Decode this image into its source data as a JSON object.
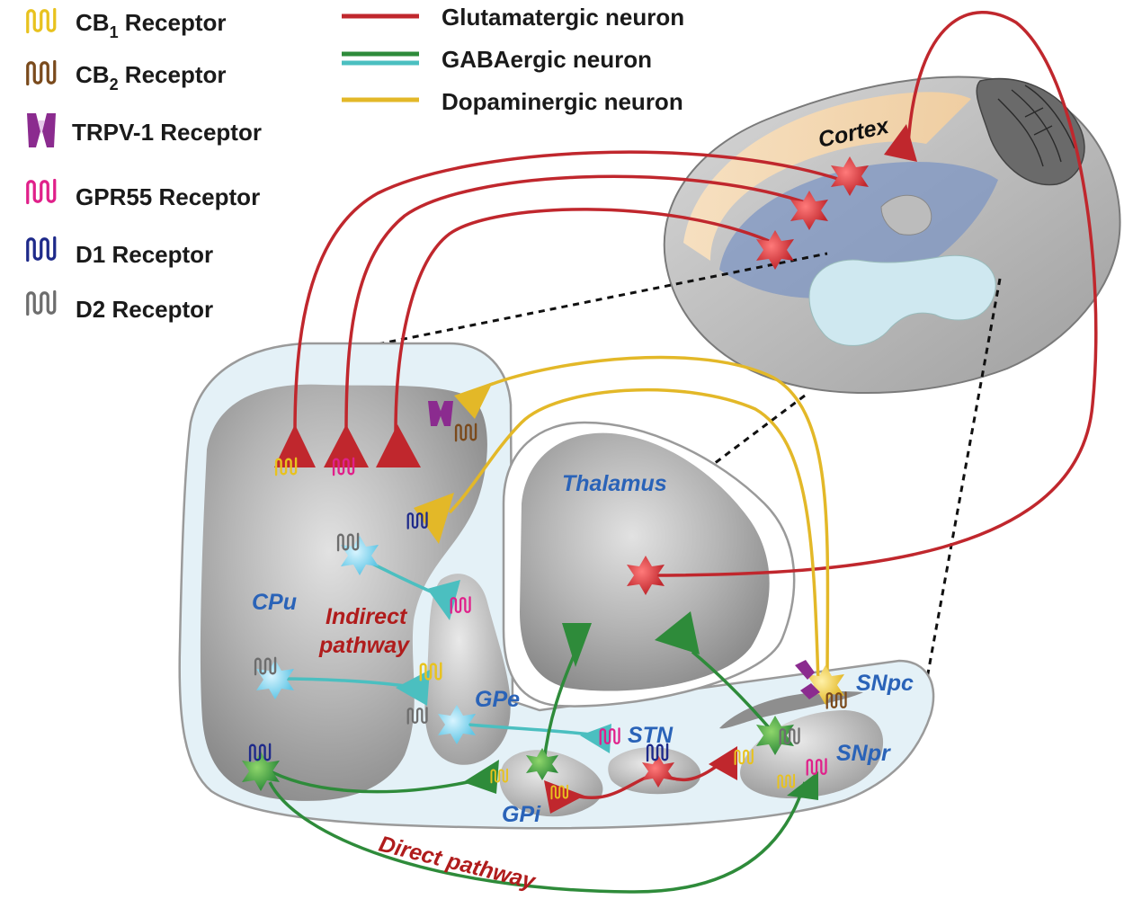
{
  "legend": {
    "receptors": [
      {
        "id": "cb1",
        "label_main": "CB",
        "label_sub": "1",
        "label_rest": " Receptor",
        "color": "#e8c21e",
        "icon": "cb1-receptor-icon"
      },
      {
        "id": "cb2",
        "label_main": "CB",
        "label_sub": "2",
        "label_rest": " Receptor",
        "color": "#7a4a1c",
        "icon": "cb2-receptor-icon"
      },
      {
        "id": "trpv1",
        "label_main": "TRPV-1 Receptor",
        "label_sub": "",
        "label_rest": "",
        "color": "#8b2b8f",
        "icon": "trpv1-receptor-icon"
      },
      {
        "id": "gpr55",
        "label_main": "GPR55 Receptor",
        "label_sub": "",
        "label_rest": "",
        "color": "#e0208a",
        "icon": "gpr55-receptor-icon"
      },
      {
        "id": "d1",
        "label_main": "D1 Receptor",
        "label_sub": "",
        "label_rest": "",
        "color": "#1e2a8a",
        "icon": "d1-receptor-icon"
      },
      {
        "id": "d2",
        "label_main": "D2 Receptor",
        "label_sub": "",
        "label_rest": "",
        "color": "#6d6d6d",
        "icon": "d2-receptor-icon"
      }
    ],
    "neurons": [
      {
        "id": "glut",
        "label": "Glutamatergic neuron",
        "colors": [
          "#c0272d"
        ]
      },
      {
        "id": "gaba",
        "label": "GABAergic neuron",
        "colors": [
          "#2e8b3a",
          "#4bbfc0"
        ]
      },
      {
        "id": "dopa",
        "label": "Dopaminergic neuron",
        "colors": [
          "#e3b828"
        ]
      }
    ]
  },
  "regions": {
    "cortex": "Cortex",
    "thalamus": "Thalamus",
    "cpu": "CPu",
    "gpe": "GPe",
    "gpi": "GPi",
    "stn": "STN",
    "snpc": "SNpc",
    "snpr": "SNpr"
  },
  "pathways": {
    "indirect_line1": "Indirect",
    "indirect_line2": "pathway",
    "direct": "Direct pathway"
  },
  "colors": {
    "glutamatergic": "#c0272d",
    "gabaergic_direct": "#2e8b3a",
    "gabaergic_indirect": "#4bbfc0",
    "dopaminergic": "#e3b828",
    "region_fill": "#a9a9a9",
    "container_fill": "#e4f1f7",
    "region_label": "#2a63b8",
    "pathway_label": "#b01c1c"
  }
}
